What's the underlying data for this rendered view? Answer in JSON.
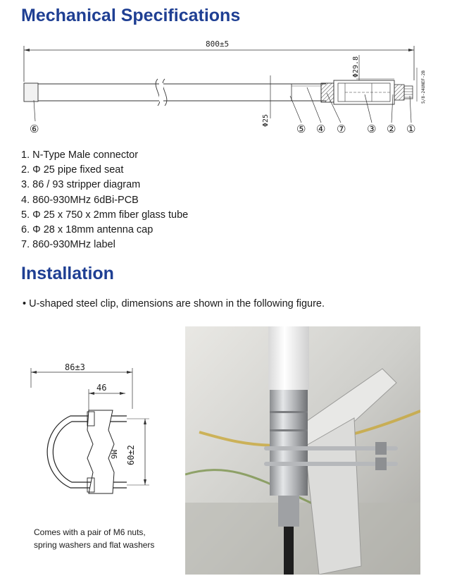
{
  "spec_section": {
    "title": "Mechanical Specifications",
    "items": [
      {
        "num": "1.",
        "text": "N-Type Male connector"
      },
      {
        "num": "2.",
        "text": "Φ 25 pipe fixed seat"
      },
      {
        "num": "3.",
        "text": "86 / 93 stripper diagram"
      },
      {
        "num": "4.",
        "text": "860-930MHz 6dBi-PCB"
      },
      {
        "num": "5.",
        "text": "Φ 25 x 750 x 2mm fiber glass tube"
      },
      {
        "num": "6.",
        "text": "Φ 28 x 18mm antenna cap"
      },
      {
        "num": "7.",
        "text": "860-930MHz label"
      }
    ]
  },
  "antenna_drawing": {
    "length_dim": "800±5",
    "tube_dia": "Φ25",
    "seat_dia": "Φ29.8",
    "thread_label": "5/8-24UNEF-2B",
    "callouts": [
      "⑥",
      "⑤",
      "④",
      "⑦",
      "③",
      "②",
      "①"
    ]
  },
  "install_section": {
    "title": "Installation",
    "bullet": "• U-shaped steel clip, dimensions are shown in the following figure."
  },
  "clip_drawing": {
    "width_dim": "86±3",
    "inner_dim": "46",
    "height_dim": "60±2",
    "bolt_label": "M6"
  },
  "caption": "Comes with a pair of M6 nuts, spring washers and flat washers"
}
